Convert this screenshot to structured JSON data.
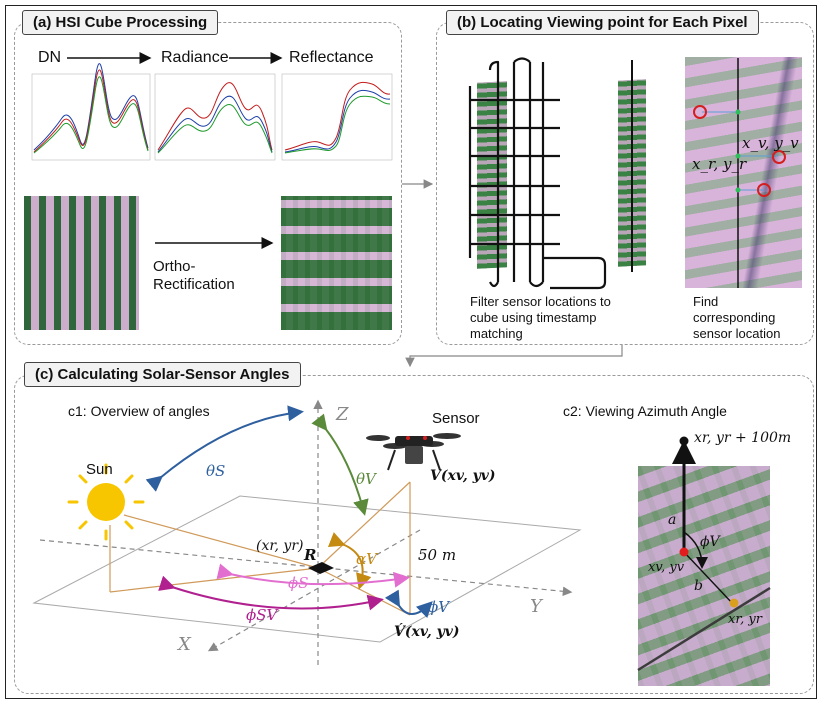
{
  "panel_a": {
    "title": "(a) HSI Cube Processing",
    "steps": [
      "DN",
      "Radiance",
      "Reflectance"
    ],
    "ortho_label": "Ortho-\nRectification"
  },
  "panel_b": {
    "title": "(b) Locating Viewing point for Each Pixel",
    "caption_left": "Filter sensor locations to cube using timestamp matching",
    "caption_right": "Find corresponding sensor location",
    "label_v": "x_v, y_v",
    "label_r": "x_r, y_r"
  },
  "panel_c": {
    "title": "(c) Calculating Solar-Sensor Angles",
    "c1_title": "c1: Overview of angles",
    "c2_title": "c2: Viewing Azimuth Angle",
    "labels": {
      "sensor": "Sensor",
      "sun": "Sun",
      "z_axis": "Z",
      "y_axis": "Y",
      "x_axis": "X",
      "theta_s": "θS",
      "theta_v": "θV",
      "alpha_v": "αV",
      "phi_s": "ϕS",
      "phi_v": "ϕV",
      "phi_sv": "ϕSV",
      "point_r": "(xr, yr)",
      "r_letter": "R",
      "v_point": "V(xv, yv)",
      "v_hat_point": "V́(xv, yv)",
      "height": "50 m",
      "c2_top": "xr, yr + 100m",
      "c2_a": "a",
      "c2_b": "b",
      "c2_phi": "ϕV",
      "c2_v": "xv, yv",
      "c2_r": "xr, yr"
    }
  },
  "colors": {
    "theta_s": "#2e5f9e",
    "theta_v": "#5a8a3a",
    "alpha_v": "#c48a12",
    "phi_s": "#e26fd0",
    "phi_v": "#2e5f9e",
    "phi_sv": "#b0208f",
    "sun": "#f7c600",
    "sun_ray": "#d09a5a"
  }
}
